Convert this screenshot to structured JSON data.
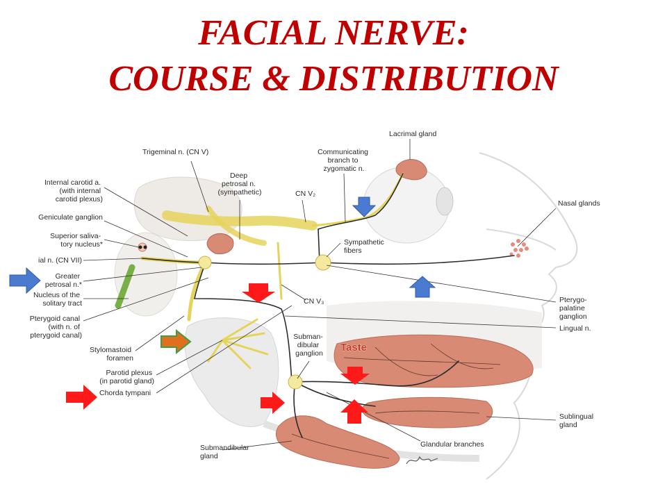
{
  "title": {
    "line1": "FACIAL NERVE:",
    "line2": "COURSE & DISTRIBUTION"
  },
  "labels": {
    "trigeminal": [
      "Trigeminal n. (CN V)"
    ],
    "internal_carotid": [
      "Internal carotid a.",
      "(with internal",
      "carotid plexus)"
    ],
    "geniculate": [
      "Geniculate ganglion"
    ],
    "superior_salivatory": [
      "Superior saliva-",
      "tory nucleus*"
    ],
    "facial_n": [
      "ial n. (CN VII)"
    ],
    "greater_petrosal": [
      "Greater",
      "petrosal n.*"
    ],
    "solitary": [
      "Nucleus of the",
      "solitary tract"
    ],
    "pterygoid_canal": [
      "Pterygoid canal",
      "(with n. of",
      "pterygoid canal)"
    ],
    "stylomastoid": [
      "Stylomastoid",
      "foramen"
    ],
    "parotid_plexus": [
      "Parotid plexus",
      "(in parotid gland)"
    ],
    "chorda_tympani": [
      "Chorda tympani"
    ],
    "deep_petrosal": [
      "Deep",
      "petrosal n.",
      "(sympathetic)"
    ],
    "cn_v2": [
      "CN V₂"
    ],
    "cn_v3": [
      "CN V₃"
    ],
    "communicating": [
      "Communicating",
      "branch to",
      "zygomatic n."
    ],
    "lacrimal": [
      "Lacrimal gland"
    ],
    "nasal_glands": [
      "Nasal glands"
    ],
    "sympathetic": [
      "Sympathetic",
      "fibers"
    ],
    "pterygopalatine": [
      "Pterygo-",
      "palatine",
      "ganglion"
    ],
    "lingual": [
      "Lingual n."
    ],
    "submandibular_ganglion": [
      "Subman-",
      "dibular",
      "ganglion"
    ],
    "sublingual": [
      "Sublingual",
      "gland"
    ],
    "glandular": [
      "Glandular branches"
    ],
    "submandibular_gland": [
      "Submandibular",
      "gland"
    ],
    "taste": [
      "Taste"
    ]
  },
  "colors": {
    "title": "#c00000",
    "nerve": "#e6d35a",
    "arrow_red": "#ff0000",
    "arrow_blue": "#4a7bd0",
    "arrow_orange": "#e07020",
    "arrow_green_outline": "#3aa040",
    "gland": "#d98a74"
  },
  "icons": {
    "red_arrows": "arrow-icon",
    "blue_arrows": "arrow-icon",
    "signature": "artist-signature-icon"
  }
}
